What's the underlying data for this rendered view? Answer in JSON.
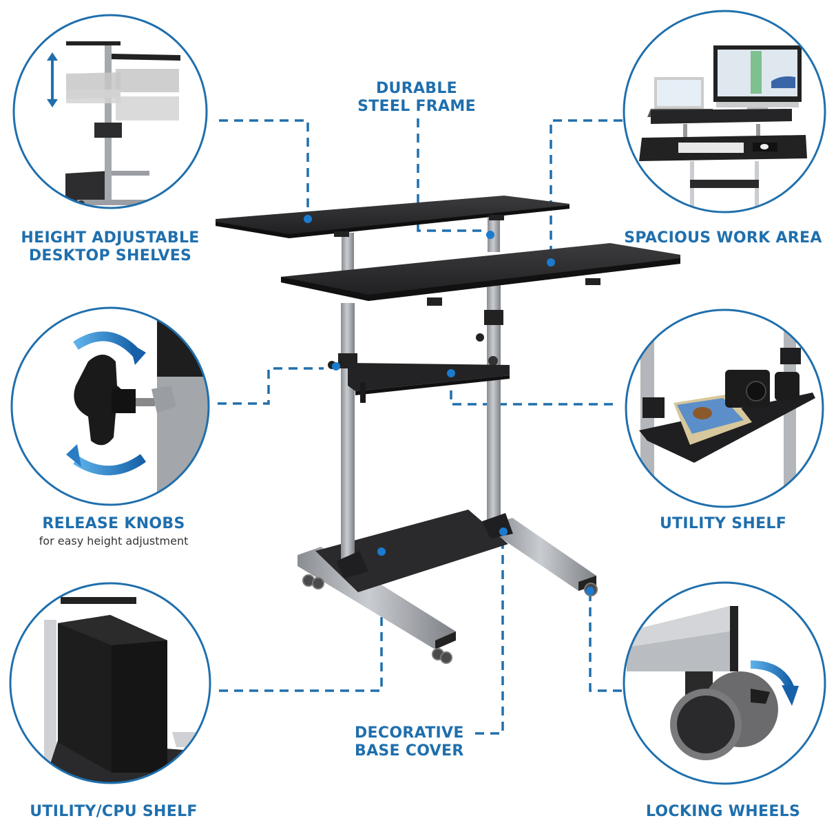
{
  "product": "Mobile height-adjustable standing desk workstation",
  "accent_color": "#1f6fad",
  "dot_color": "#1a7bd0",
  "features": [
    {
      "id": "height-adjustable",
      "lines": [
        "HEIGHT ADJUSTABLE",
        "DESKTOP SHELVES"
      ],
      "icon": "height-adjust-icon"
    },
    {
      "id": "steel-frame",
      "lines": [
        "DURABLE",
        "STEEL FRAME"
      ]
    },
    {
      "id": "work-area",
      "lines": [
        "SPACIOUS WORK AREA"
      ],
      "icon": "monitor-laptop-icon"
    },
    {
      "id": "release-knobs",
      "lines": [
        "RELEASE KNOBS"
      ],
      "subtitle": "for easy height adjustment",
      "icon": "knob-icon"
    },
    {
      "id": "utility-shelf",
      "lines": [
        "UTILITY SHELF"
      ],
      "icon": "shelf-camera-icon"
    },
    {
      "id": "cpu-shelf",
      "lines": [
        "UTILITY/CPU SHELF"
      ],
      "icon": "cpu-tower-icon"
    },
    {
      "id": "base-cover",
      "lines": [
        "DECORATIVE",
        "BASE COVER"
      ]
    },
    {
      "id": "locking-wheels",
      "lines": [
        "LOCKING WHEELS"
      ],
      "icon": "caster-wheel-icon"
    }
  ]
}
